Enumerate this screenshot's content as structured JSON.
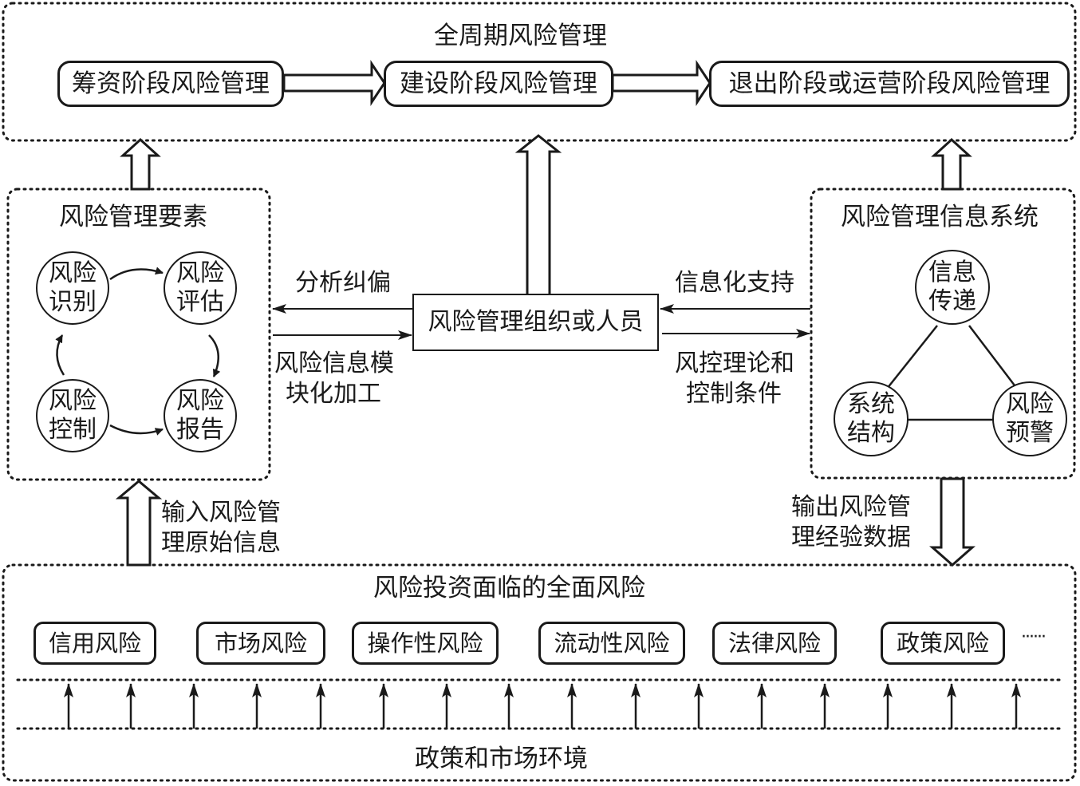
{
  "top_panel": {
    "title": "全周期风险管理",
    "stages": [
      "筹资阶段风险管理",
      "建设阶段风险管理",
      "退出阶段或运营阶段风险管理"
    ]
  },
  "left_panel": {
    "title": "风险管理要素",
    "circles": [
      {
        "line1": "风险",
        "line2": "识别"
      },
      {
        "line1": "风险",
        "line2": "评估"
      },
      {
        "line1": "风险",
        "line2": "报告"
      },
      {
        "line1": "风险",
        "line2": "控制"
      }
    ]
  },
  "center": {
    "org_label": "风险管理组织或人员",
    "left_arrow_top": "分析纠偏",
    "left_arrow_bottom": [
      "风险信息模",
      "块化加工"
    ],
    "right_arrow_top": "信息化支持",
    "right_arrow_bottom": [
      "风控理论和",
      "控制条件"
    ]
  },
  "right_panel": {
    "title": "风险管理信息系统",
    "nodes": [
      {
        "line1": "信息",
        "line2": "传递"
      },
      {
        "line1": "系统",
        "line2": "结构"
      },
      {
        "line1": "风险",
        "line2": "预警"
      }
    ]
  },
  "flows": {
    "input_label": [
      "输入风险管",
      "理原始信息"
    ],
    "output_label": [
      "输出风险管",
      "理经验数据"
    ]
  },
  "bottom_panel": {
    "title": "风险投资面临的全面风险",
    "risks": [
      "信用风险",
      "市场风险",
      "操作性风险",
      "流动性风险",
      "法律风险",
      "政策风险"
    ],
    "ellipsis": "······",
    "environment": "政策和市场环境"
  }
}
